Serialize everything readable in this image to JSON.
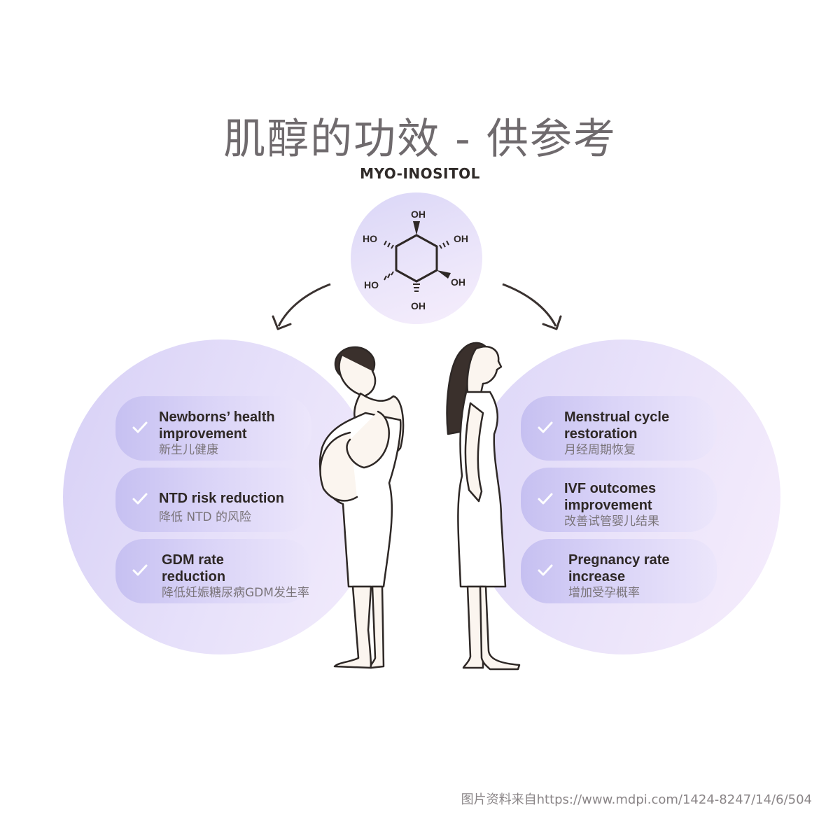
{
  "title": "肌醇的功效 - 供参考",
  "subtitle": "MYO-INOSITOL",
  "molecule": {
    "labels": [
      "OH",
      "OH",
      "OH",
      "OH",
      "HO",
      "HO"
    ]
  },
  "left_benefits": [
    {
      "en": "Newborns’ health improvement",
      "zh": "新生儿健康"
    },
    {
      "en": "NTD risk reduction",
      "zh": "降低 NTD 的风险"
    },
    {
      "en": "GDM rate reduction",
      "zh": "降低妊娠糖尿病GDM发生率"
    }
  ],
  "right_benefits": [
    {
      "en": "Menstrual cycle restoration",
      "zh": "月经周期恢复"
    },
    {
      "en": "IVF outcomes improvement",
      "zh": "改善试管婴儿结果"
    },
    {
      "en": "Pregnancy rate increase",
      "zh": "增加受孕概率"
    }
  ],
  "credit": "图片资料来自https://www.mdpi.com/1424-8247/14/6/504",
  "colors": {
    "card_gradient_start": "#c6c0f1",
    "card_gradient_end": "#ece6fb",
    "circle_light": "#ece6fa",
    "title_gray": "#6f6a6d",
    "ink": "#2e2826"
  }
}
